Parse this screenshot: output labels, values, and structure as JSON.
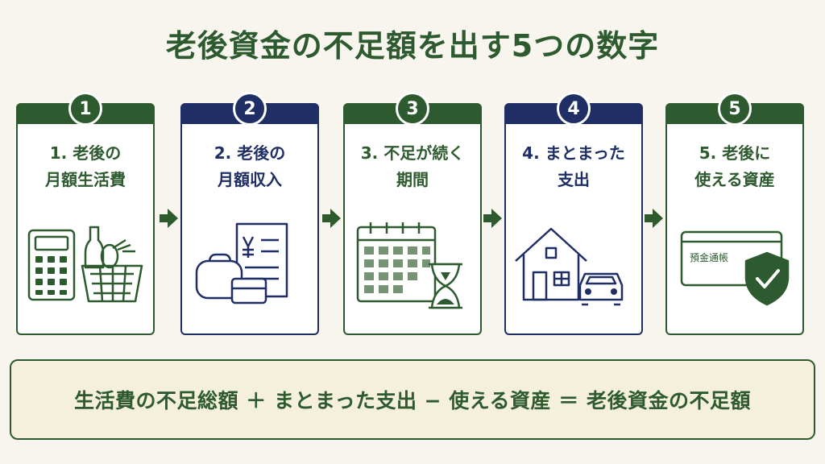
{
  "title": "老後資金の不足額を出す5つの数字",
  "steps": [
    {
      "number": "1",
      "label": "1. 老後の\n月額生活費",
      "icon": "calculator-and-grocery-basket-icon"
    },
    {
      "number": "2",
      "label": "2. 老後の\n月額収入",
      "icon": "wallet-and-yen-document-icon"
    },
    {
      "number": "3",
      "label": "3. 不足が続く\n期間",
      "icon": "calendar-and-hourglass-icon"
    },
    {
      "number": "4",
      "label": "4. まとまった\n支出",
      "icon": "house-and-car-icon"
    },
    {
      "number": "5",
      "label": "5. 老後に\n使える資産",
      "icon": "bankbook-and-shield-icon"
    }
  ],
  "bankbook_text": "預金通帳",
  "formula": "生活費の不足総額 ＋ まとまった支出 − 使える資産 ＝ 老後資金の不足額",
  "colors": {
    "green": "#2d5a2e",
    "navy": "#1f2f66",
    "background": "#f7f5ee",
    "formula_bg": "#f5f0dc"
  }
}
